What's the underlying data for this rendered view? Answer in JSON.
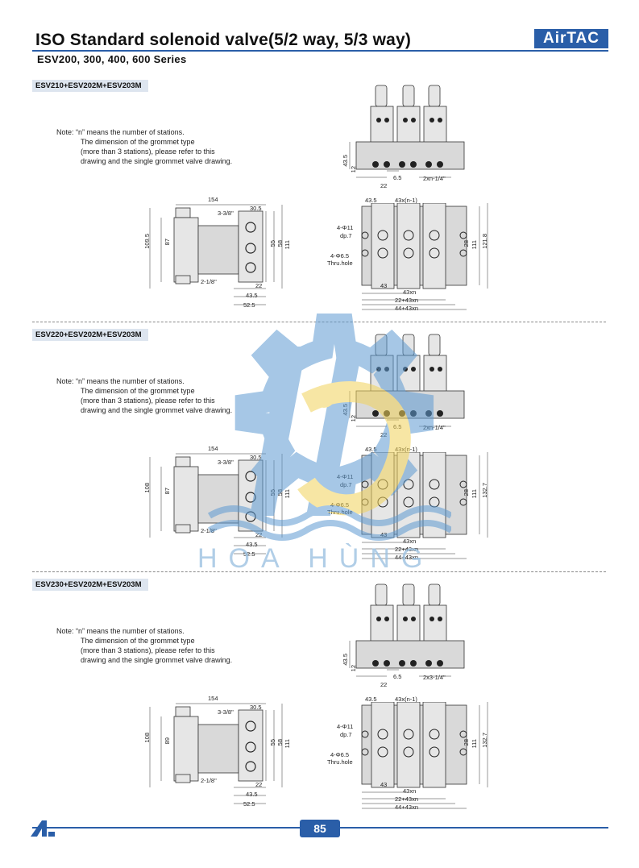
{
  "header": {
    "title": "ISO Standard solenoid valve(5/2 way, 5/3 way)",
    "subtitle": "ESV200, 300, 400, 600 Series",
    "brand": "AirTAC"
  },
  "note": {
    "line1": "Note: “n” means the number of stations.",
    "line2": "The dimension of the grommet type",
    "line3": "(more than 3 stations), please refer to this",
    "line4": "drawing and the single grommet valve drawing."
  },
  "sections": [
    {
      "label": "ESV210+ESV202M+ESV203M",
      "side": {
        "d154": "154",
        "d30_5": "30.5",
        "thread_top": "3-3/8\"",
        "h_outer": "109.5",
        "h_inner": "87",
        "d55": "55",
        "d58": "58",
        "d111": "111",
        "thread_bot": "2-1/8\"",
        "d22": "22",
        "d43_5": "43.5",
        "d52_5": "52.5"
      },
      "front": {
        "d43_5": "43.5",
        "d12": "12",
        "d6_5": "6.5",
        "d22": "22",
        "port": "2xn-1/4\""
      },
      "plan": {
        "d43_5": "43.5",
        "pitch": "43x(n-1)",
        "hole1a": "4-Φ11",
        "hole1b": "dp.7",
        "hole2a": "4-Φ6.5",
        "hole2b": "Thru.hole",
        "d28": "28",
        "d111": "111",
        "total_h": "121.8",
        "d43": "43",
        "l1": "43xn",
        "l2": "22+43xn",
        "l3": "44+43xn"
      }
    },
    {
      "label": "ESV220+ESV202M+ESV203M",
      "side": {
        "d154": "154",
        "d30_5": "30.5",
        "thread_top": "3-3/8\"",
        "h_outer": "108",
        "h_inner": "87",
        "d55": "55",
        "d58": "58",
        "d111": "111",
        "thread_bot": "2-1/8\"",
        "d22": "22",
        "d43_5": "43.5",
        "d52_5": "52.5"
      },
      "front": {
        "d43_5": "43.5",
        "d12": "12",
        "d6_5": "6.5",
        "d22": "22",
        "port": "2xn-1/4\""
      },
      "plan": {
        "d43_5": "43.5",
        "pitch": "43x(n-1)",
        "hole1a": "4-Φ11",
        "hole1b": "dp.7",
        "hole2a": "4-Φ6.5",
        "hole2b": "Thru.hole",
        "d28": "28",
        "d111": "111",
        "total_h": "132.7",
        "d43": "43",
        "l1": "43xn",
        "l2": "22+43xn",
        "l3": "44+43xn"
      }
    },
    {
      "label": "ESV230+ESV202M+ESV203M",
      "side": {
        "d154": "154",
        "d30_5": "30.5",
        "thread_top": "3-3/8\"",
        "h_outer": "108",
        "h_inner": "89",
        "d55": "55",
        "d58": "58",
        "d111": "111",
        "thread_bot": "2-1/8\"",
        "d22": "22",
        "d43_5": "43.5",
        "d52_5": "52.5"
      },
      "front": {
        "d43_5": "43.5",
        "d12": "12",
        "d6_5": "6.5",
        "d22": "22",
        "port": "2x3-1/4\""
      },
      "plan": {
        "d43_5": "43.5",
        "pitch": "43x(n-1)",
        "hole1a": "4-Φ11",
        "hole1b": "dp.7",
        "hole2a": "4-Φ6.5",
        "hole2b": "Thru.hole",
        "d28": "28",
        "d111": "111",
        "total_h": "132.7",
        "d43": "43",
        "l1": "43xn",
        "l2": "22+43xn",
        "l3": "44+43xn"
      }
    }
  ],
  "watermark": {
    "text": "HOA HÙNG"
  },
  "footer": {
    "page": "85"
  }
}
